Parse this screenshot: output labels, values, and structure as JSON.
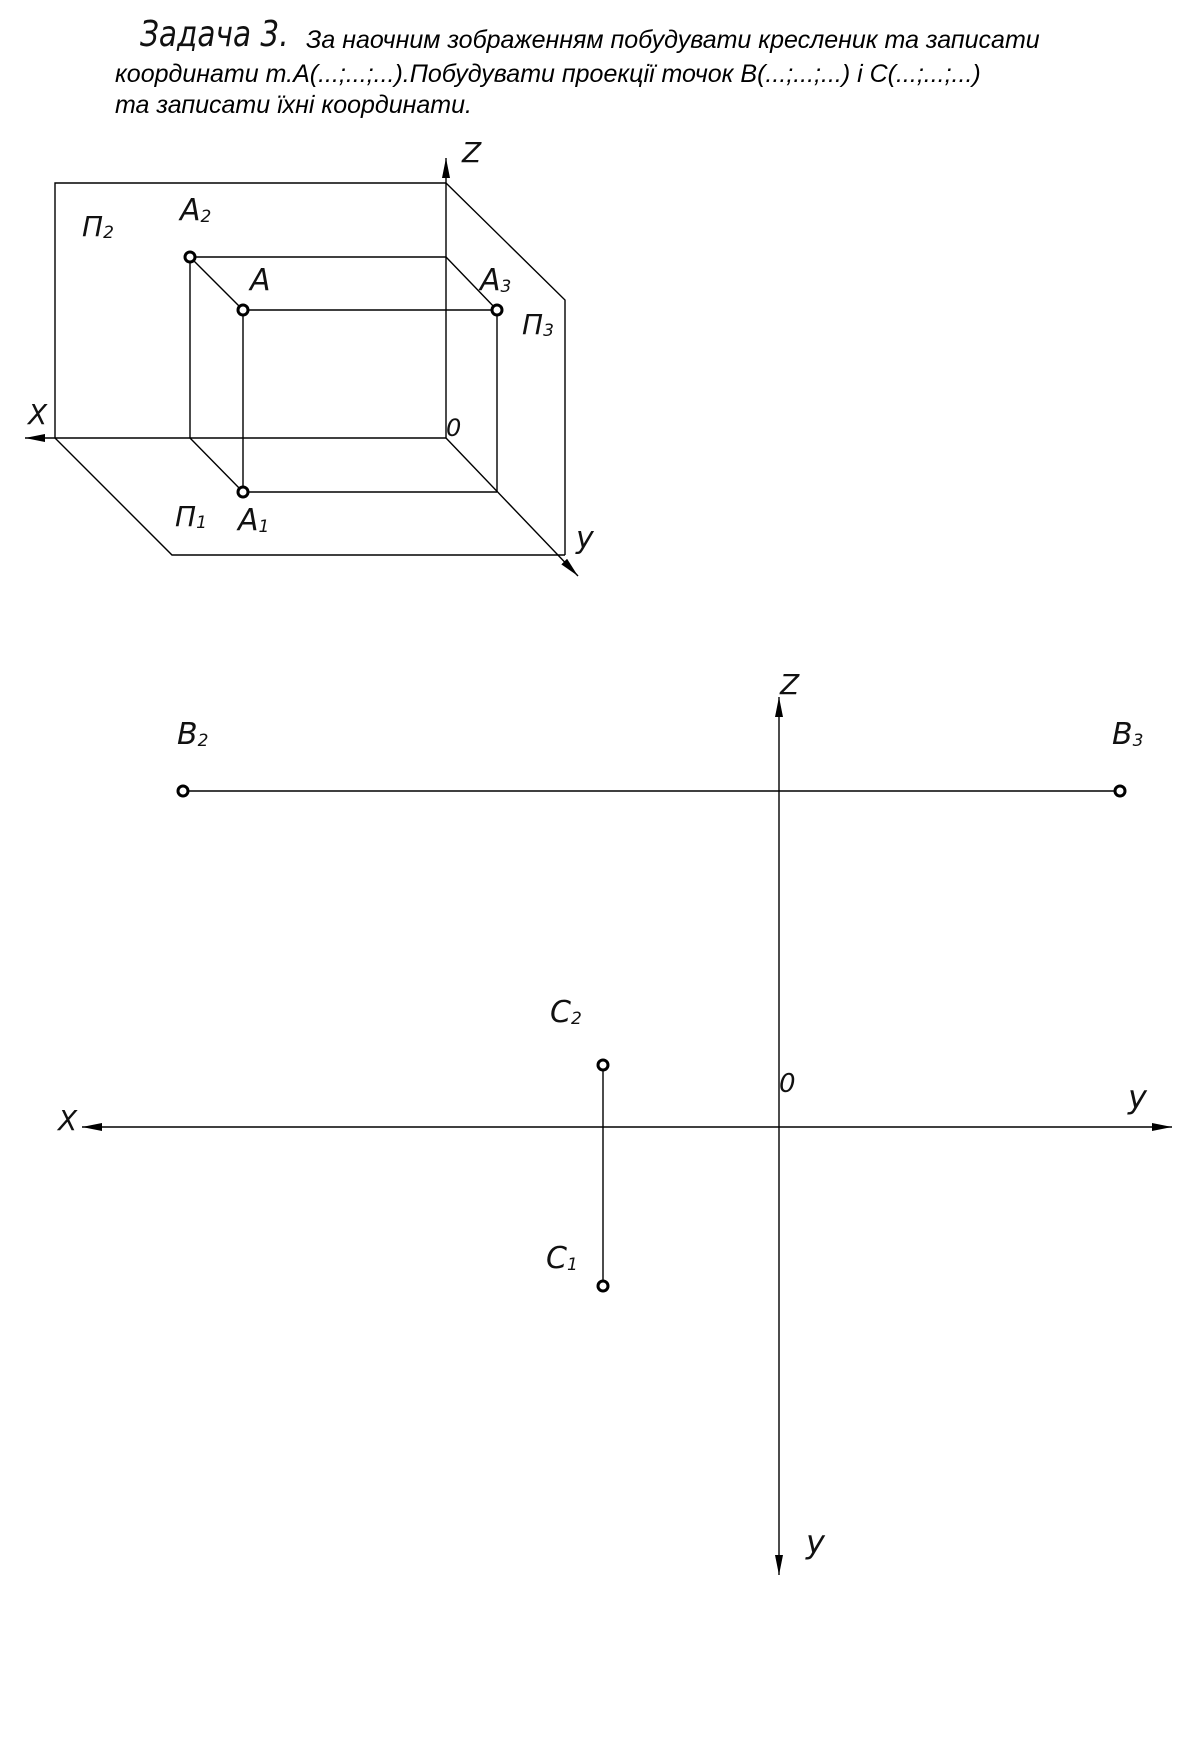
{
  "task": {
    "label": "Задача 3.",
    "line1": "За наочним зображенням побудувати кресленик та записати",
    "line2": "координати т.А(...;...;...).Побудувати проекції точок В(...;...;...) і С(...;...;...)",
    "line3": "та записати їхні координати."
  },
  "pictorial": {
    "labels": {
      "z": "Z",
      "x": "X",
      "y": "y",
      "origin": "0",
      "plane2": "П",
      "plane2_sub": "2",
      "plane3": "П",
      "plane3_sub": "3",
      "plane1": "П",
      "plane1_sub": "1",
      "a": "A",
      "a2": "A",
      "a2_sub": "2",
      "a3": "A",
      "a3_sub": "3",
      "a1": "A",
      "a1_sub": "1"
    }
  },
  "orthographic": {
    "labels": {
      "z": "Z",
      "x": "X",
      "y_right": "y",
      "y_down": "y",
      "origin": "0",
      "b2": "B",
      "b2_sub": "2",
      "b3": "B",
      "b3_sub": "3",
      "c2": "C",
      "c2_sub": "2",
      "c1": "C",
      "c1_sub": "1"
    }
  },
  "colors": {
    "line": "#000000",
    "background": "#ffffff"
  }
}
